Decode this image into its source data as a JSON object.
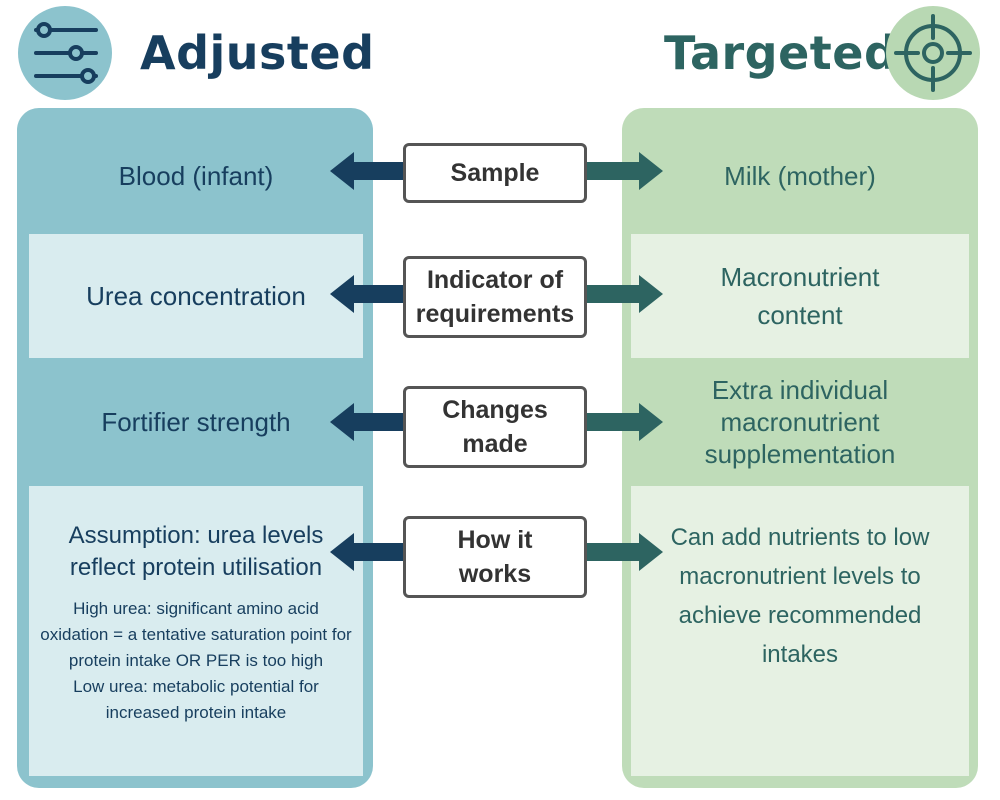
{
  "header": {
    "left_title": "Adjusted",
    "right_title": "Targeted",
    "left_icon": "sliders-icon",
    "right_icon": "target-icon"
  },
  "colors": {
    "left_dark": "#173e5e",
    "left_medium": "#8cc3cd",
    "left_light": "#d9ecef",
    "right_dark": "#2d6461",
    "right_medium": "#bfdcb9",
    "right_light": "#e6f1e3"
  },
  "rows": [
    {
      "label": "Sample",
      "left": "Blood (infant)",
      "right": "Milk (mother)"
    },
    {
      "label": "Indicator of requirements",
      "left": "Urea concentration",
      "right": "Macronutrient content"
    },
    {
      "label": "Changes made",
      "left": "Fortifier strength",
      "right": "Extra individual macronutrient supplementation"
    },
    {
      "label": "How it works",
      "left": "Assumption: urea levels reflect protein utilisation",
      "left_detail_1": "High urea: significant amino acid oxidation = a tentative saturation point for protein intake OR PER is too high",
      "left_detail_2": "Low urea: metabolic potential for increased protein intake",
      "right": "Can add nutrients to low macronutrient levels to achieve recommended intakes"
    }
  ]
}
